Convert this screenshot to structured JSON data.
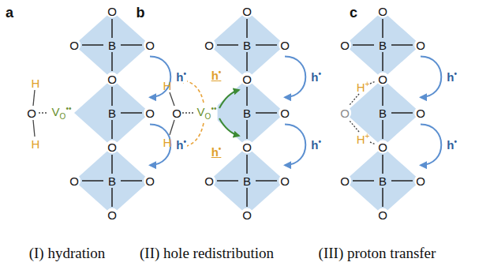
{
  "diagram": {
    "nodes": [
      {
        "text": [
          "B"
        ]
      },
      {
        "text": [
          "B"
        ]
      },
      {
        "text": [
          "B"
        ]
      },
      {
        "text": [
          "B"
        ]
      },
      {
        "text": [
          "B"
        ]
      },
      {
        "text": [
          "B"
        ]
      },
      {
        "text": [
          "B"
        ]
      },
      {
        "text": [
          "B"
        ]
      },
      {
        "text": [
          "B"
        ]
      }
    ],
    "edges": [
      {
        "from": 0,
        "to": 1,
        "arrow": "to",
        "label": "h•"
      },
      {
        "from": 1,
        "to": 2,
        "arrow": "to",
        "label": "h•"
      },
      {
        "from": 3,
        "to": 4,
        "arrow": "to",
        "label": "h•"
      },
      {
        "from": 4,
        "to": 5,
        "arrow": "to",
        "label": "h•"
      },
      {
        "from": 6,
        "to": 7,
        "arrow": "to",
        "label": "h•"
      },
      {
        "from": 7,
        "to": 8,
        "arrow": "to",
        "label": "h•"
      }
    ],
    "labels": [
      "a",
      "b",
      "c",
      "O",
      "O",
      "O",
      "O",
      "O",
      "O",
      "O",
      "O",
      "O",
      "H",
      "O",
      "H",
      "VO••",
      "O",
      "O",
      "O",
      "O",
      "O",
      "O",
      "O",
      "O",
      "O",
      "H",
      "O",
      "H",
      "VO••",
      "h•",
      "h•",
      "O",
      "O",
      "O",
      "O",
      "O",
      "O",
      "O",
      "O",
      "O",
      "O",
      "H+",
      "H+",
      "(I) hydration",
      "(II) hole redistribution",
      "(III) proton transfer"
    ]
  }
}
